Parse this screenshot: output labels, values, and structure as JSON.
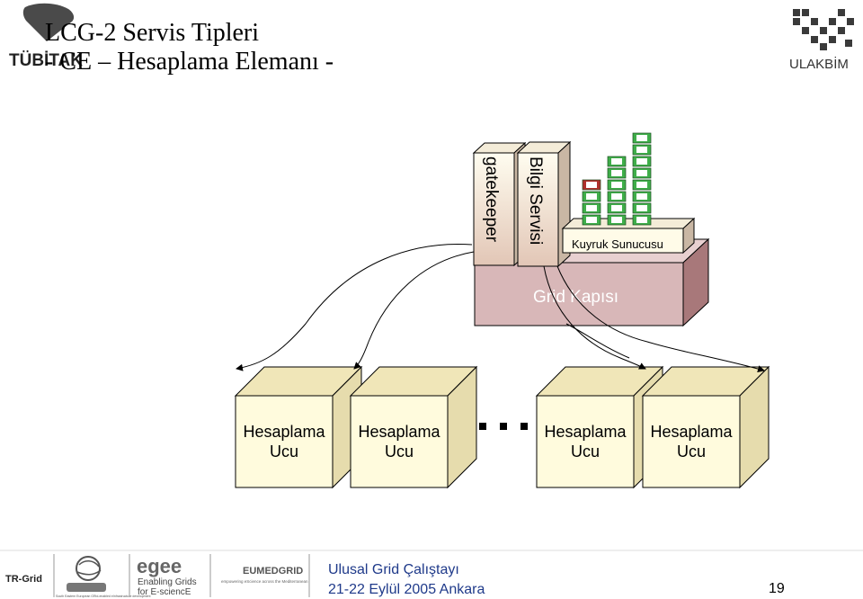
{
  "slide": {
    "title_line1": "LCG-2 Servis Tipleri",
    "title_line2": "- CE – Hesaplama Elemanı -",
    "page_number": "19"
  },
  "logos": {
    "tubitak": "TÜBİTAK",
    "ulakbim": "ULAKBİM",
    "trgrid": "TR-Grid",
    "egee_line1": "Enabling Grids",
    "egee_line2": "for E-sciencE",
    "egee_word": "egee",
    "eumedgrid": "EUMEDGRID",
    "eumedgrid_tagline": "empowering eScience across the Mediterranean",
    "seegrid_caption": "South Eastern European GRid-enabled eInfrastructure development"
  },
  "diagram": {
    "gatekeeper_label": "gatekeeper",
    "info_service_label": "Bilgi Servisi",
    "queue_server_label": "Kuyruk Sunucusu",
    "grid_gate_label": "Grid Kapısı",
    "ellipsis": "...",
    "worker_nodes": [
      {
        "line1": "Hesaplama",
        "line2": "Ucu"
      },
      {
        "line1": "Hesaplama",
        "line2": "Ucu"
      },
      {
        "line1": "Hesaplama",
        "line2": "Ucu"
      },
      {
        "line1": "Hesaplama",
        "line2": "Ucu"
      }
    ]
  },
  "footer": {
    "event_name": "Ulusal Grid Çalıştayı",
    "event_date": "21-22 Eylül 2005 Ankara"
  },
  "colors": {
    "gate_front": "#d8b7b8",
    "gate_side": "#a8787a",
    "gate_top": "#e8d0d0",
    "cube_front": "#fffbdd",
    "cube_top": "#f0e6b8",
    "cube_side": "#e6dcad",
    "disk_green": "#3fae4a",
    "disk_red": "#b0302c",
    "footer_blue": "#1f3a8a"
  }
}
